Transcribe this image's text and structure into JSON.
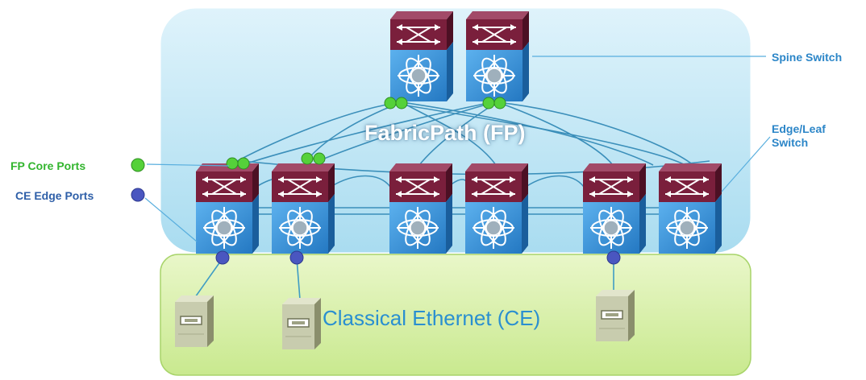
{
  "regions": {
    "fabricpath": "FabricPath (FP)",
    "classical_ethernet": "Classical Ethernet (CE)"
  },
  "callouts": {
    "spine_switch": "Spine Switch",
    "edge_leaf_switch_line1": "Edge/Leaf",
    "edge_leaf_switch_line2": "Switch"
  },
  "legend": {
    "fp_core_ports": "FP Core Ports",
    "ce_edge_ports": "CE Edge Ports"
  },
  "colors": {
    "fp_region": "#b6e2f3",
    "ce_region": "#d3eea5",
    "switch_top": "#7a1f3c",
    "switch_body": "#3a8fd6",
    "fp_port": "#55d13a",
    "ce_port": "#4a56c0",
    "server": "#c8ccae",
    "label_blue": "#2c86c8",
    "label_green": "#32b52e"
  },
  "icons": [
    "switch-icon",
    "server-icon",
    "port-dot"
  ]
}
